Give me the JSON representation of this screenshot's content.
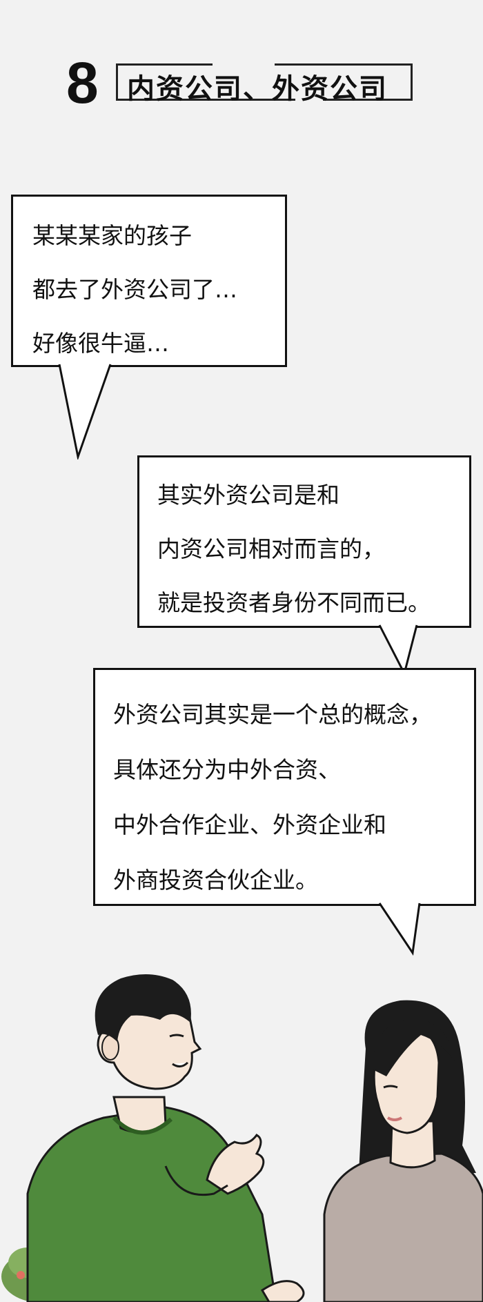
{
  "header": {
    "number": "8",
    "title": "内资公司、外资公司"
  },
  "bubbles": [
    {
      "lines": [
        "某某某家的孩子",
        "都去了外资公司了…",
        "好像很牛逼…"
      ]
    },
    {
      "lines": [
        "其实外资公司是和",
        "内资公司相对而言的，",
        "就是投资者身份不同而已。"
      ]
    },
    {
      "lines": [
        "外资公司其实是一个总的概念，",
        "具体还分为中外合资、",
        "中外合作企业、外资企业和",
        "外商投资合伙企业。"
      ]
    }
  ],
  "colors": {
    "background": "#f2f2f2",
    "man_shirt": "#4f8a3c",
    "woman_shirt": "#b9aca6",
    "hair": "#1c1c1c",
    "skin": "#f6e6d8"
  }
}
